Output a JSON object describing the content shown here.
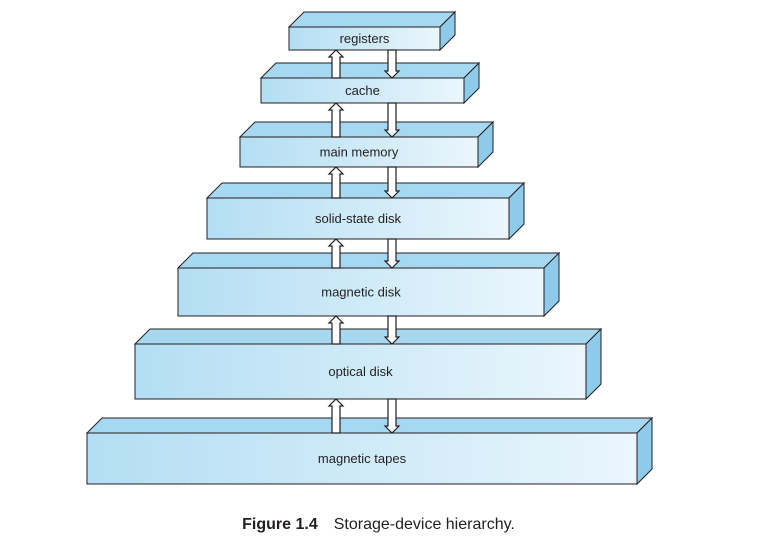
{
  "levels": [
    {
      "label": "registers"
    },
    {
      "label": "cache"
    },
    {
      "label": "main memory"
    },
    {
      "label": "solid-state disk"
    },
    {
      "label": "magnetic disk"
    },
    {
      "label": "optical disk"
    },
    {
      "label": "magnetic tapes"
    }
  ],
  "caption": {
    "figure_label": "Figure 1.4",
    "text": "Storage-device hierarchy."
  },
  "colors": {
    "box_face_left": "#b4def3",
    "box_face_right": "#eaf6fc",
    "box_top": "#a7d8f1",
    "box_side": "#8ecbea",
    "outline": "#231f20",
    "text": "#231f20"
  },
  "icons": [
    "up-arrow-icon",
    "down-arrow-icon"
  ]
}
